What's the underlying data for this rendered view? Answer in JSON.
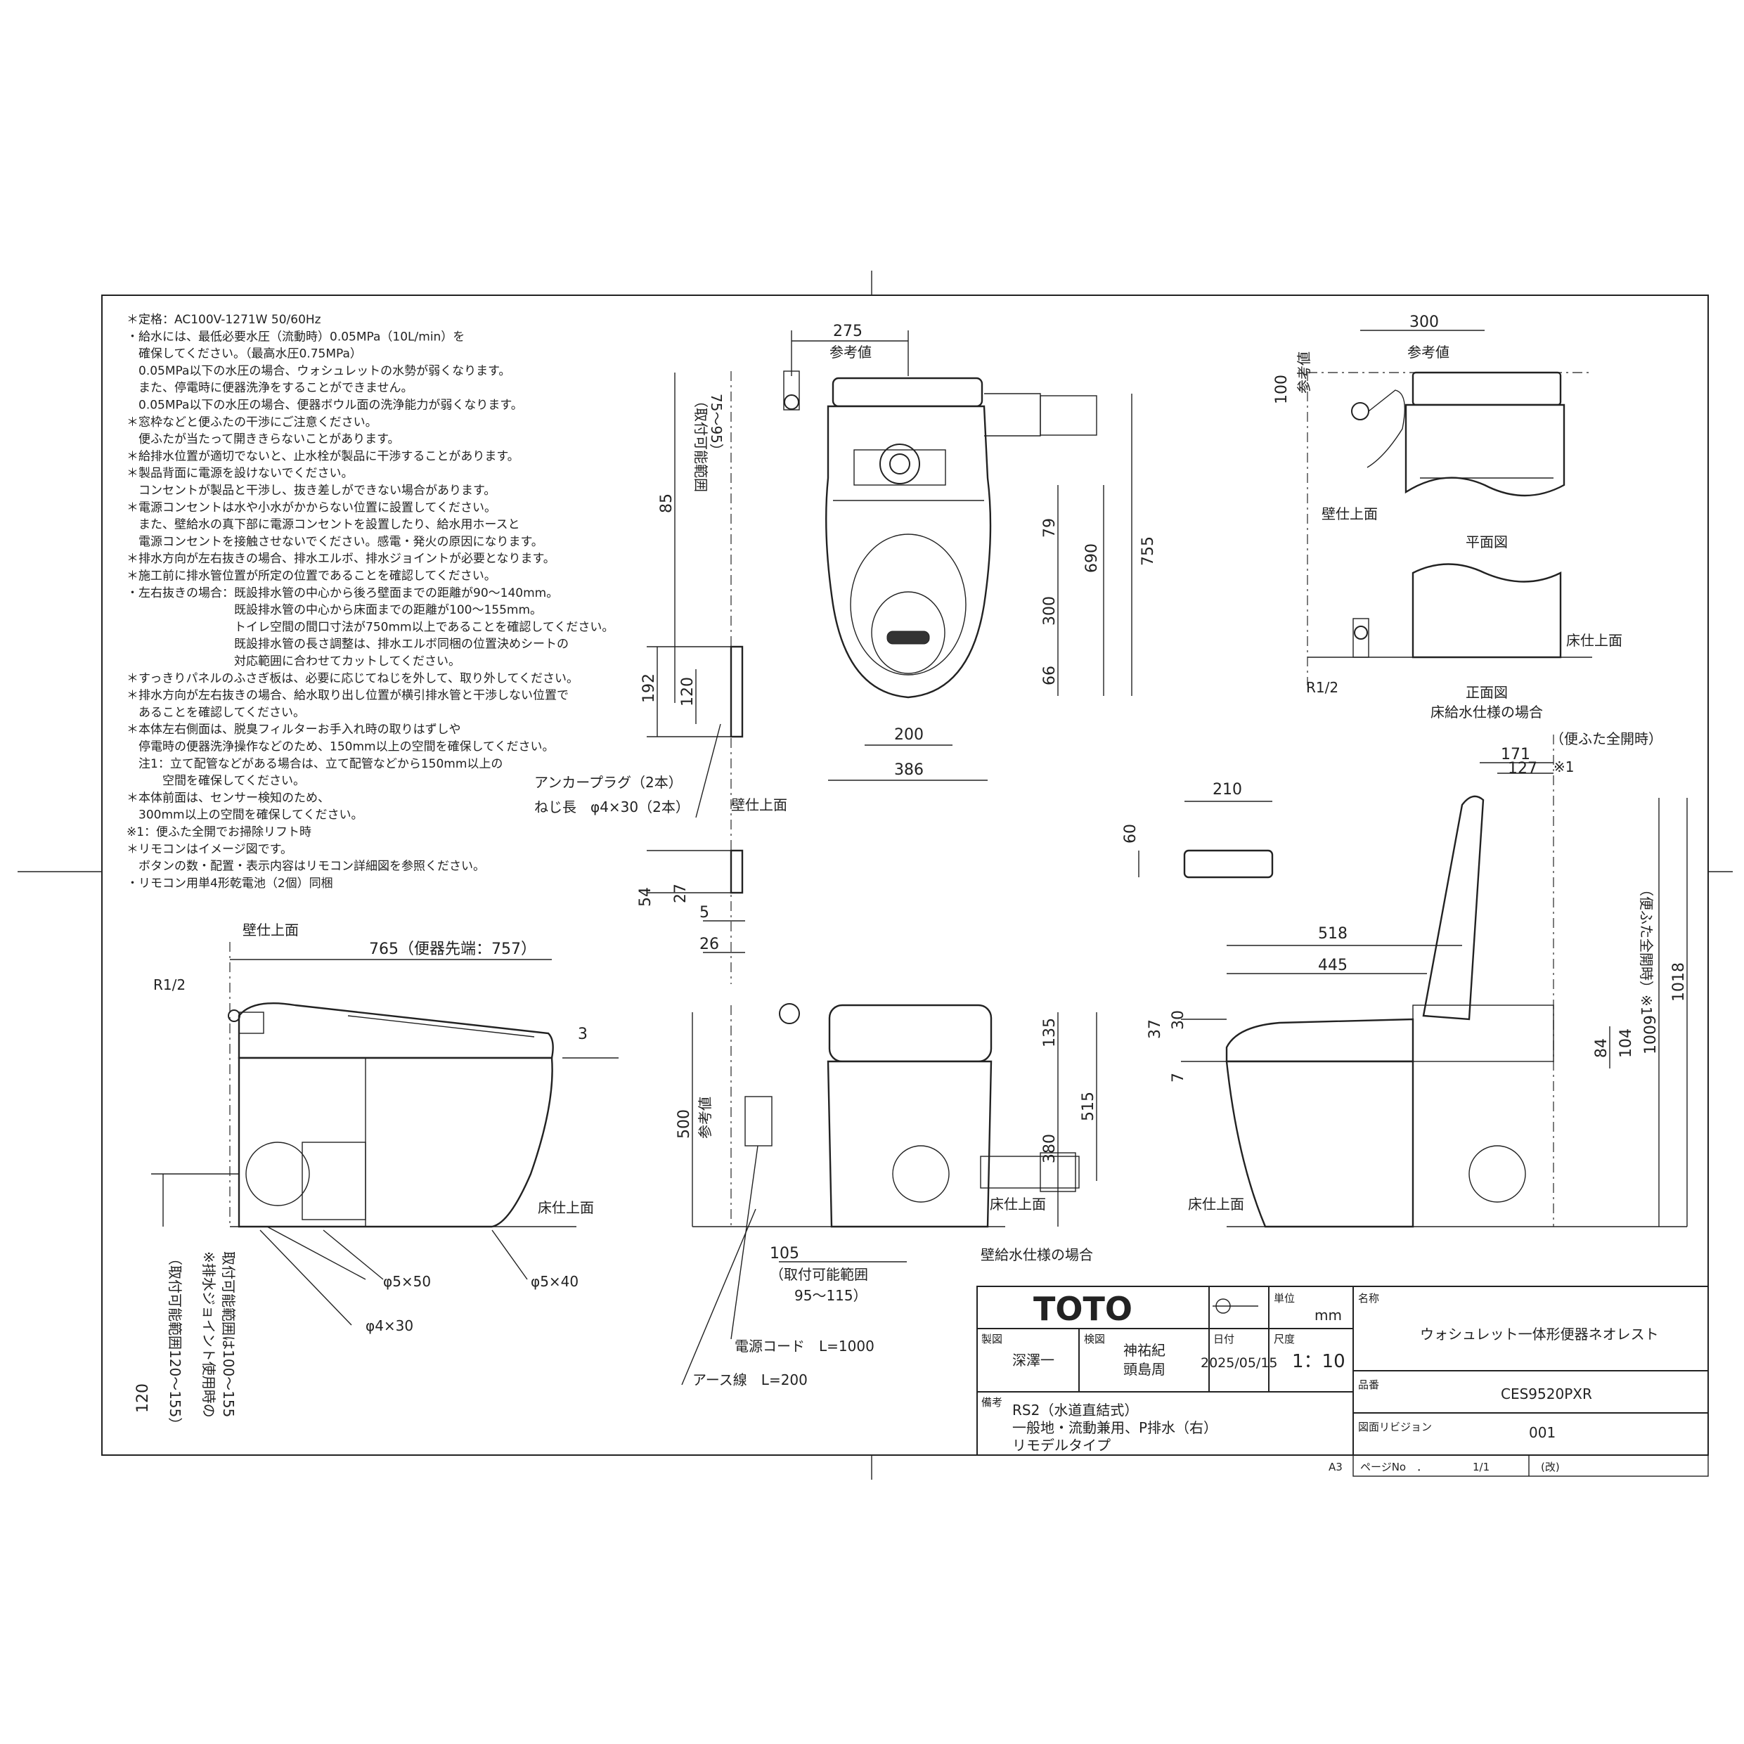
{
  "notes": [
    "＊定格：AC100V-1271W 50/60Hz",
    "・給水には、最低必要水圧（流動時）0.05MPa（10L/min）を",
    "　確保してください。（最高水圧0.75MPa）",
    "　0.05MPa以下の水圧の場合、ウォシュレットの水勢が弱くなります。",
    "　また、停電時に便器洗浄をすることができません。",
    "　0.05MPa以下の水圧の場合、便器ボウル面の洗浄能力が弱くなります。",
    "＊窓枠などと便ふたの干渉にご注意ください。",
    "　便ふたが当たって開ききらないことがあります。",
    "＊給排水位置が適切でないと、止水栓が製品に干渉することがあります。",
    "＊製品背面に電源を設けないでください。",
    "　コンセントが製品と干渉し、抜き差しができない場合があります。",
    "＊電源コンセントは水や小水がかからない位置に設置してください。",
    "　また、壁給水の真下部に電源コンセントを設置したり、給水用ホースと",
    "　電源コンセントを接触させないでください。感電・発火の原因になります。",
    "＊排水方向が左右抜きの場合、排水エルボ、排水ジョイントが必要となります。",
    "＊施工前に排水管位置が所定の位置であることを確認してください。",
    "・左右抜きの場合：既設排水管の中心から後ろ壁面までの距離が90～140mm。",
    "　　　　　　　　　既設排水管の中心から床面までの距離が100～155mm。",
    "　　　　　　　　　トイレ空間の間口寸法が750mm以上であることを確認してください。",
    "　　　　　　　　　既設排水管の長さ調整は、排水エルボ同梱の位置決めシートの",
    "　　　　　　　　　対応範囲に合わせてカットしてください。",
    "＊すっきりパネルのふさぎ板は、必要に応じてねじを外して、取り外してください。",
    "＊排水方向が左右抜きの場合、給水取り出し位置が横引排水管と干渉しない位置で",
    "　あることを確認してください。",
    "＊本体左右側面は、脱臭フィルターお手入れ時の取りはずしや",
    "　停電時の便器洗浄操作などのため、150mm以上の空間を確保してください。",
    "　注1：立て配管などがある場合は、立て配管などから150mm以上の",
    "　　　空間を確保してください。",
    "＊本体前面は、センサー検知のため、",
    "　300mm以上の空間を確保してください。",
    "※1：便ふた全開でお掃除リフト時",
    "＊リモコンはイメージ図です。",
    "　ボタンの数・配置・表示内容はリモコン詳細図を参照ください。",
    "・リモコン用単4形乾電池（2個）同梱"
  ],
  "labels": {
    "wall_finish": "壁仕上面",
    "floor_finish": "床仕上面",
    "reference": "参考値",
    "mount_range": "（取付可能範囲",
    "mount_range_top": "75～95）",
    "mount_range_105": "（取付可能範囲",
    "mount_range_105_val": "95～115）",
    "anchor_plug": "アンカープラグ（2本）",
    "screw_len": "ねじ長　φ4×30（2本）",
    "r12": "R1/2",
    "phi_5x50": "φ5×50",
    "phi_5x40": "φ5×40",
    "phi_4x30": "φ4×30",
    "power_cord": "電源コード　L=1000",
    "earth_wire": "アース線　L=200",
    "wall_supply": "壁給水仕様の場合",
    "floor_supply": "床給水仕様の場合",
    "plan_view": "平面図",
    "front_view": "正面図",
    "seat_full_open": "（便ふた全開時）",
    "note1": "※1",
    "seat_full_open_v": "（便ふた全開時）※1",
    "side_range_1": "（取付可能範囲120～155）",
    "side_range_2": "※排水ジョイント使用時の",
    "side_range_3": "取付可能範囲は100～155",
    "toilet_tip": "765（便器先端：757）",
    "a3": "A3"
  },
  "dims": {
    "d275": "275",
    "d85": "85",
    "d755": "755",
    "d690": "690",
    "d79": "79",
    "d300": "300",
    "d66": "66",
    "d200": "200",
    "d386": "386",
    "d192": "192",
    "d120": "120",
    "d54": "54",
    "d27": "27",
    "d5": "5",
    "d26": "26",
    "d3": "3",
    "d500": "500",
    "d135": "135",
    "d515": "515",
    "d380": "380",
    "d105": "105",
    "d300p": "300",
    "d100": "100",
    "d210": "210",
    "d60": "60",
    "d171": "171",
    "d127": "127",
    "d518": "518",
    "d445": "445",
    "d37": "37",
    "d30": "30",
    "d7": "7",
    "d84": "84",
    "d104": "104",
    "d1009": "1009",
    "d1018": "1018",
    "d120s": "120"
  },
  "title_block": {
    "brand": "TOTO",
    "unit_label": "単位",
    "unit": "mm",
    "name_label": "名称",
    "product_name": "ウォシュレット一体形便器ネオレスト",
    "drawn_label": "製図",
    "drawn_by": "深澤一",
    "checked_label": "検図",
    "checked_by_1": "神祐紀",
    "checked_by_2": "頭島周",
    "date_label": "日付",
    "date": "2025/05/15",
    "scale_label": "尺度",
    "scale": "1：10",
    "model_label": "品番",
    "model": "CES9520PXR",
    "notes_label": "備考",
    "remark_1": "RS2（水道直結式）",
    "remark_2": "一般地・流動兼用、P排水（右）",
    "remark_3": "リモデルタイプ",
    "revision_label": "図面リビジョン",
    "revision": "001",
    "page_label": "ページNo　．",
    "page": "1/1",
    "page_suffix": "(改)"
  }
}
